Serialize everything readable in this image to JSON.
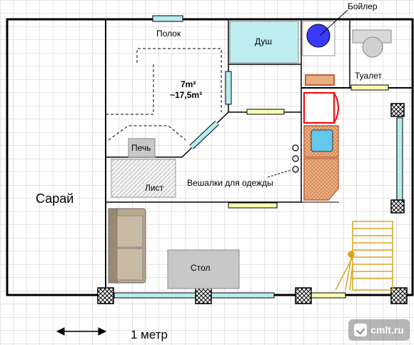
{
  "labels": {
    "boiler": "Бойлер",
    "shelf": "Полок",
    "shower": "Душ",
    "area": "7m²",
    "volume": "~17,5m³",
    "toilet": "Туалет",
    "stove": "Печь",
    "sheet": "Лист",
    "hangers": "Вешалки для одежды",
    "shed": "Сарай",
    "table": "Стол",
    "scale": "1 метр"
  },
  "watermark": "cmlt.ru",
  "colors": {
    "grid": "#c8c8c8",
    "wall": "#000000",
    "window": "#b8ecee",
    "door": "#fafab0",
    "boiler": "#3a3aff",
    "shower": "#bfeef0",
    "table": "#c8c8c8",
    "stairs": "#d9a521",
    "fridge": "#ff0000",
    "cabinet": "#e8b080"
  }
}
